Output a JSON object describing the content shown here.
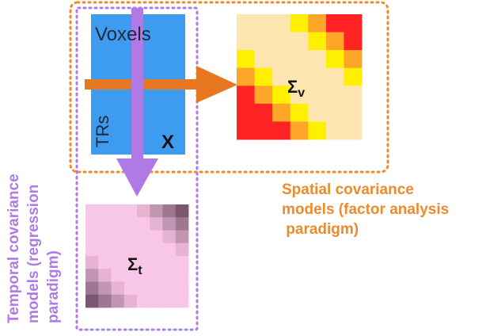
{
  "data_matrix": {
    "rows_label": "Voxels",
    "cols_label": "TRs",
    "symbol": "X",
    "fill_color": "#3d9cf0"
  },
  "spatial": {
    "symbol": "Σ",
    "subscript": "v",
    "caption_lines": [
      "Spatial covariance",
      "models (factor analysis",
      " paradigm)"
    ],
    "accent_color": "#ee8a2a",
    "heatmap_colors": {
      "pale": "#fde5b0",
      "yellow": "#fef000",
      "orange": "#fea628",
      "red": "#ff2323"
    },
    "heatmap": [
      [
        "pale",
        "pale",
        "pale",
        "yellow",
        "orange",
        "red",
        "red"
      ],
      [
        "pale",
        "pale",
        "pale",
        "pale",
        "yellow",
        "orange",
        "red"
      ],
      [
        "yellow",
        "pale",
        "pale",
        "pale",
        "pale",
        "yellow",
        "orange"
      ],
      [
        "orange",
        "yellow",
        "pale",
        "pale",
        "pale",
        "pale",
        "yellow"
      ],
      [
        "red",
        "orange",
        "yellow",
        "pale",
        "pale",
        "pale",
        "pale"
      ],
      [
        "red",
        "red",
        "orange",
        "yellow",
        "pale",
        "pale",
        "pale"
      ],
      [
        "red",
        "red",
        "red",
        "orange",
        "yellow",
        "pale",
        "pale"
      ]
    ]
  },
  "temporal": {
    "symbol": "Σ",
    "subscript": "t",
    "caption_lines": [
      "Temporal covariance",
      "models (regression",
      "paradigm)"
    ],
    "accent_color": "#b07ae6",
    "heatmap_colors": {
      "pale": "#f8c6e6",
      "light": "#e6b4d2",
      "mid": "#c096b2",
      "dark": "#a07692",
      "darker": "#7a5872"
    },
    "heatmap": [
      [
        "pale",
        "pale",
        "pale",
        "pale",
        "light",
        "mid",
        "dark",
        "darker"
      ],
      [
        "pale",
        "pale",
        "pale",
        "pale",
        "pale",
        "light",
        "mid",
        "dark"
      ],
      [
        "pale",
        "pale",
        "pale",
        "pale",
        "pale",
        "pale",
        "light",
        "mid"
      ],
      [
        "pale",
        "pale",
        "pale",
        "pale",
        "pale",
        "pale",
        "pale",
        "light"
      ],
      [
        "light",
        "pale",
        "pale",
        "pale",
        "pale",
        "pale",
        "pale",
        "pale"
      ],
      [
        "mid",
        "light",
        "pale",
        "pale",
        "pale",
        "pale",
        "pale",
        "pale"
      ],
      [
        "dark",
        "mid",
        "light",
        "pale",
        "pale",
        "pale",
        "pale",
        "pale"
      ],
      [
        "darker",
        "dark",
        "mid",
        "light",
        "pale",
        "pale",
        "pale",
        "pale"
      ]
    ]
  }
}
